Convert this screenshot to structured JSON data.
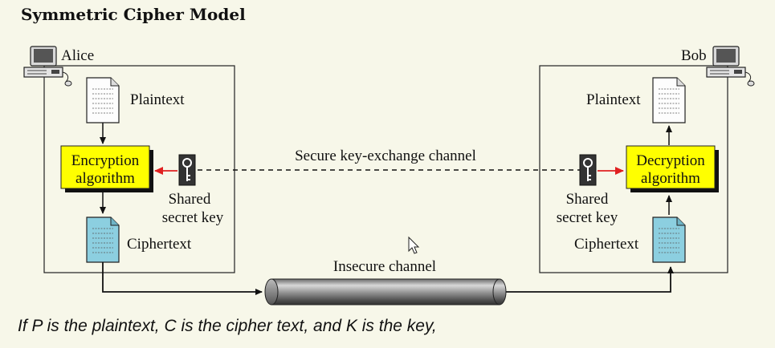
{
  "slide": {
    "title": "Symmetric Cipher Model",
    "footer": "If P is the plaintext, C is the cipher text, and K is the key,"
  },
  "diagram": {
    "alice": {
      "name": "Alice",
      "plaintext_label": "Plaintext",
      "algorithm_line1": "Encryption",
      "algorithm_line2": "algorithm",
      "key_label_line1": "Shared",
      "key_label_line2": "secret key",
      "ciphertext_label": "Ciphertext"
    },
    "bob": {
      "name": "Bob",
      "plaintext_label": "Plaintext",
      "algorithm_line1": "Decryption",
      "algorithm_line2": "algorithm",
      "key_label_line1": "Shared",
      "key_label_line2": "secret key",
      "ciphertext_label": "Ciphertext"
    },
    "secure_channel_label": "Secure key-exchange channel",
    "insecure_channel_label": "Insecure channel"
  },
  "colors": {
    "algorithm_box": "#ffff00",
    "ciphertext_doc": "#8ccfe0",
    "key_arrow": "#e02020",
    "background": "#f7f7e9"
  },
  "icons": [
    "computer-icon",
    "document-icon",
    "key-icon",
    "mouse-pointer-icon"
  ]
}
